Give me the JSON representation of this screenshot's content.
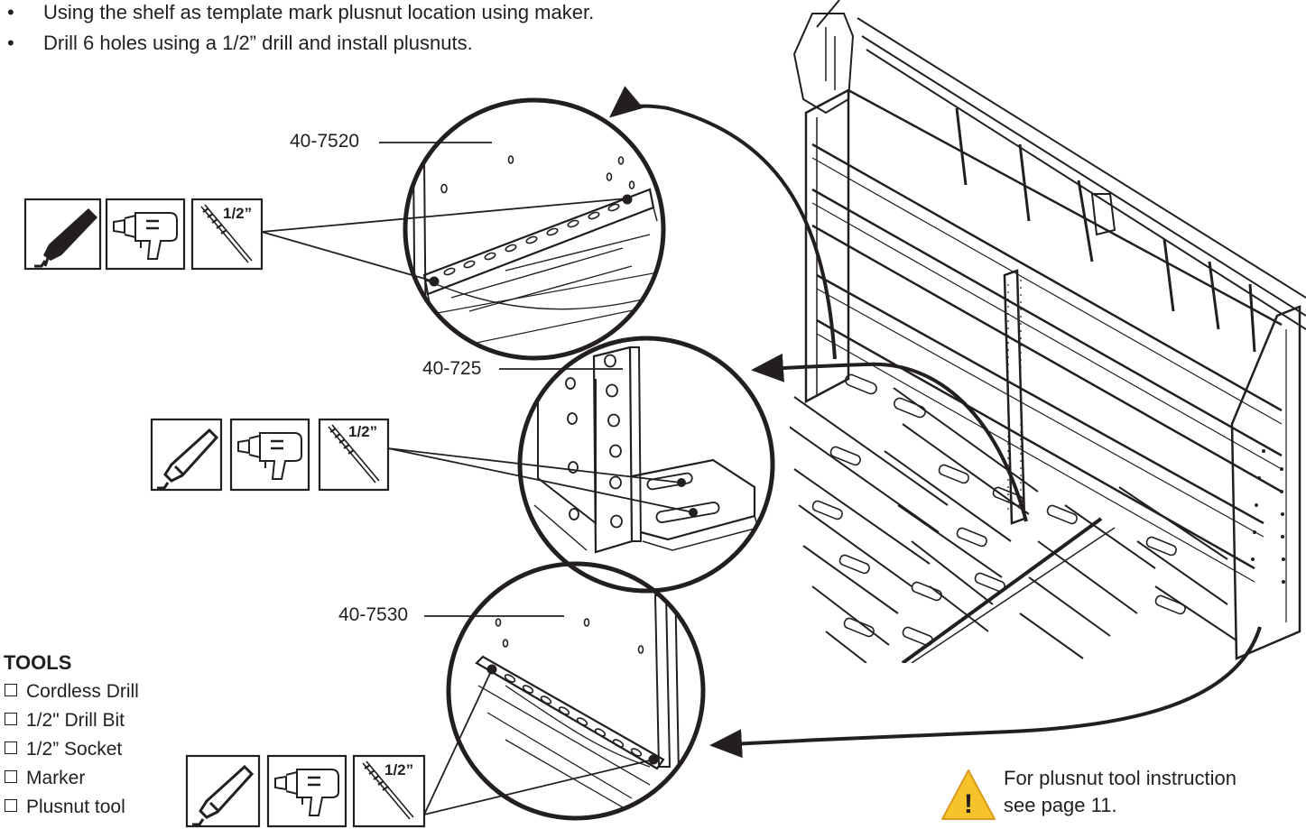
{
  "instructions": [
    {
      "bullet": "•",
      "text": "Using the shelf as template mark plusnut location using maker."
    },
    {
      "bullet": "•",
      "text": "Drill 6 holes using a 1/2” drill and install plusnuts."
    }
  ],
  "callouts": {
    "top": "40-7520",
    "middle": "40-725",
    "bottom": "40-7530"
  },
  "icons": {
    "bit_size": "1/2”",
    "names": [
      "marker-icon",
      "drill-icon",
      "drill-bit-icon"
    ]
  },
  "tools": {
    "heading": "TOOLS",
    "items": [
      "Cordless Drill",
      "1/2\" Drill Bit",
      "1/2” Socket",
      "Marker",
      "Plusnut tool"
    ]
  },
  "note": {
    "line1": "For plusnut tool instruction",
    "line2": "see page 11.",
    "warning_mark": "!"
  },
  "colors": {
    "ink": "#231f20",
    "warning_fill": "#f6c32b"
  }
}
